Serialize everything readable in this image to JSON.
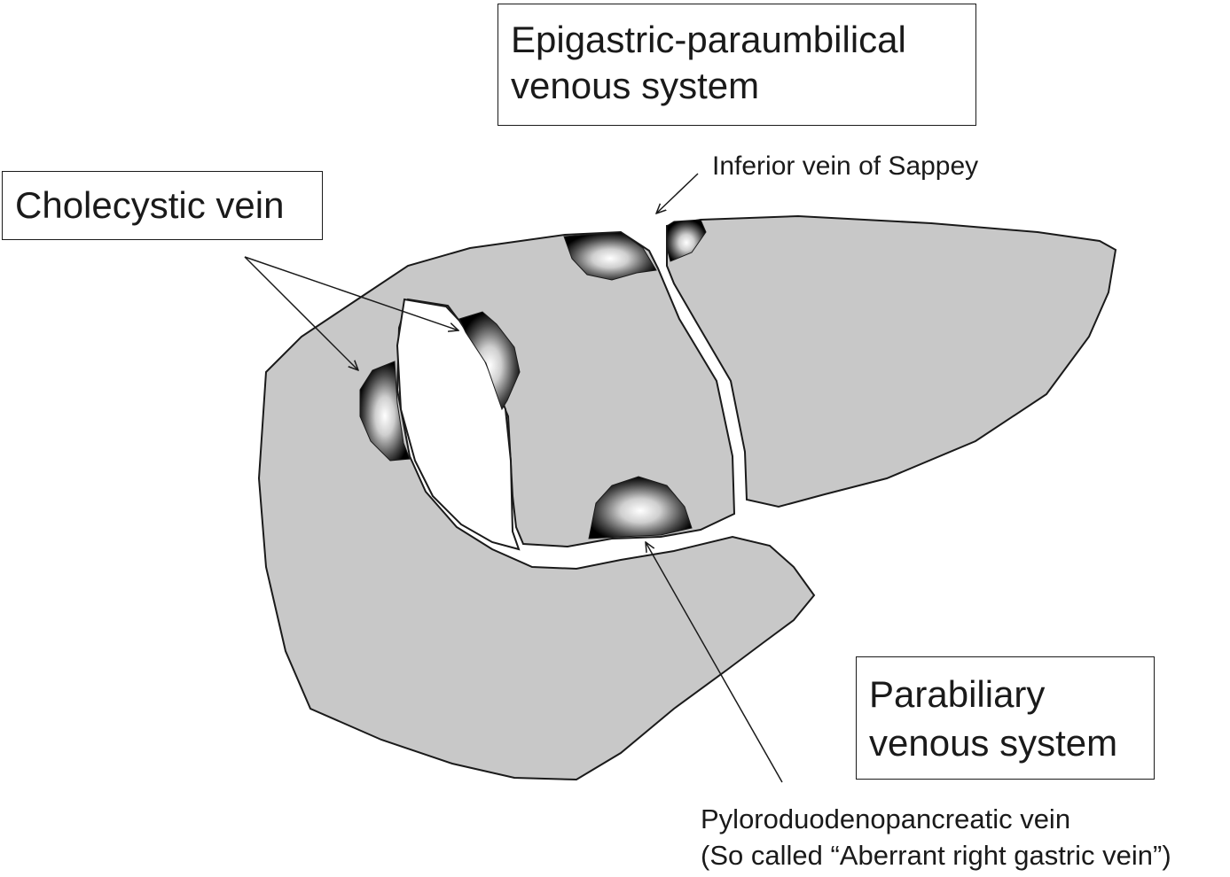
{
  "labels": {
    "epigastric_line1": "Epigastric-paraumbilical",
    "epigastric_line2": "venous system",
    "cholecystic": "Cholecystic vein",
    "sappey": "Inferior vein of Sappey",
    "parabiliary_line1": "Parabiliary",
    "parabiliary_line2": "venous system",
    "pdp_line1": "Pyloroduodenopancreatic vein",
    "pdp_line2": "(So called “Aberrant right gastric vein”)"
  },
  "colors": {
    "liver_fill": "#c8c8c8",
    "outline": "#1a1a1a",
    "gallbladder_fill": "#ffffff",
    "vein_highlight": "#ffffff",
    "vein_shadow": "#000000"
  },
  "icons": {
    "vein_marker": "shaded-sphere",
    "pointer": "arrow"
  }
}
